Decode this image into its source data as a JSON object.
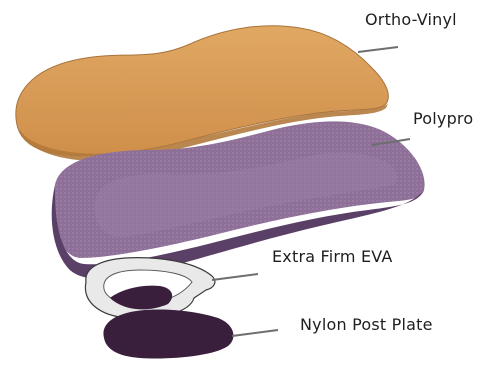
{
  "labels": {
    "ortho_vinyl": "Ortho-Vinyl",
    "polypro": "Polypro",
    "extra_firm_eva": "Extra Firm EVA",
    "nylon_post_plate": "Nylon Post Plate"
  },
  "colors": {
    "ortho_vinyl": "#d89a55",
    "polypro_top": "#8d6f98",
    "polypro_side": "#5a3f66",
    "eva": "#e8e8e8",
    "nylon": "#3a1f3d",
    "leader_line": "#6e6e6e"
  }
}
